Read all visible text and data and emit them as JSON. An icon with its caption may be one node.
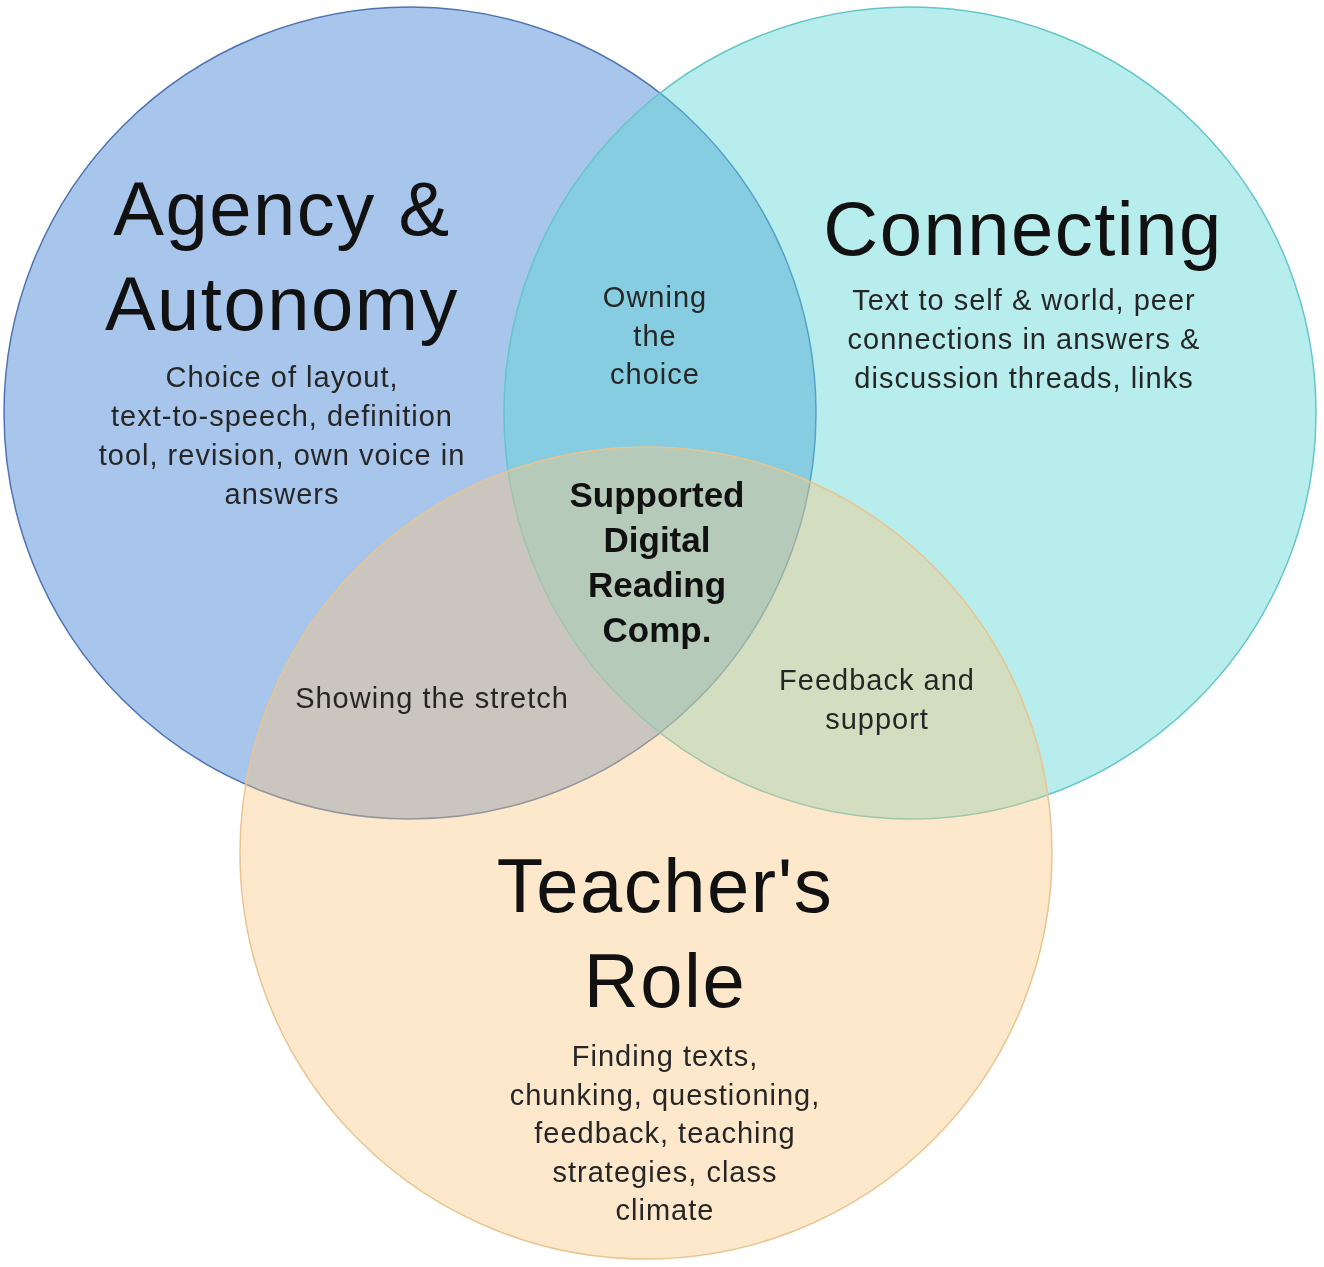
{
  "diagram": {
    "nodes": [
      {
        "text": [
          "Agency & Autonomy",
          "Choice of layout, text-to-speech, definition tool, revision, own voice in answers"
        ]
      },
      {
        "text": [
          "Connecting",
          "Text to self & world, peer connections in answers & discussion threads, links"
        ]
      },
      {
        "text": [
          "Teacher's Role",
          "Finding texts, chunking, questioning, feedback, teaching strategies, class climate"
        ]
      }
    ],
    "labels": [
      "Owning the choice",
      "Supported Digital Reading Comp.",
      "Showing the stretch",
      "Feedback and support"
    ]
  }
}
